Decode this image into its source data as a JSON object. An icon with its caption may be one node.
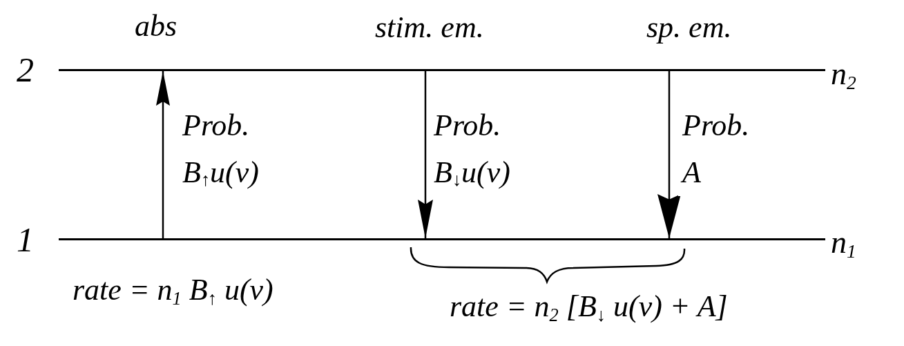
{
  "diagram": {
    "nodes": [
      {
        "text": [],
        "shape": "line",
        "beside": [
          "2",
          "n$_{2}$"
        ]
      },
      {
        "text": [],
        "shape": "line",
        "beside": [
          "1",
          "n$_{1}$"
        ]
      }
    ],
    "edges": [
      {
        "from": 1,
        "to": 0,
        "arrow": "to",
        "label": "Prob. B$_{↑}$u(ν)"
      },
      {
        "from": 0,
        "to": 1,
        "arrow": "to",
        "label": "Prob. B$_{↓}$u(ν)"
      },
      {
        "from": 0,
        "to": 1,
        "arrow": "to",
        "label": "Prob. A"
      }
    ],
    "labels": [
      "abs",
      "stim. em.",
      "sp. em.",
      "rate = n$_{1}$ B$_{↑}$ u(ν)",
      "rate = n$_{2}$ [B$_{↓}$ u(ν) + A]"
    ]
  }
}
